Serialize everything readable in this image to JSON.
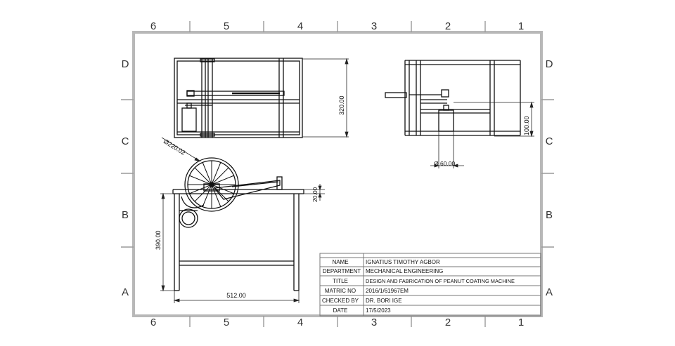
{
  "border": {
    "columns": [
      "6",
      "5",
      "4",
      "3",
      "2",
      "1"
    ],
    "rows": [
      "D",
      "C",
      "B",
      "A"
    ]
  },
  "dimensions": {
    "height_top": "320.00",
    "height_side": "100.00",
    "diameter_small": "Ø 60.00",
    "diameter_wheel": "Ø220.02",
    "offset_small": "20.00",
    "height_front": "390.00",
    "width_front": "512.00"
  },
  "title_block": {
    "rows": [
      {
        "label": "NAME",
        "value": "IGNATIUS TIMOTHY AGBOR"
      },
      {
        "label": "DEPARTMENT",
        "value": "MECHANICAL ENGINEERING"
      },
      {
        "label": "TITLE",
        "value": "DESIGN AND FABRICATION OF PEANUT COATING MACHINE"
      },
      {
        "label": "MATRIC NO",
        "value": "2016/1/61967EM"
      },
      {
        "label": "CHECKED BY",
        "value": "DR. BORI IGE"
      },
      {
        "label": "DATE",
        "value": "17/5/2023"
      }
    ]
  }
}
